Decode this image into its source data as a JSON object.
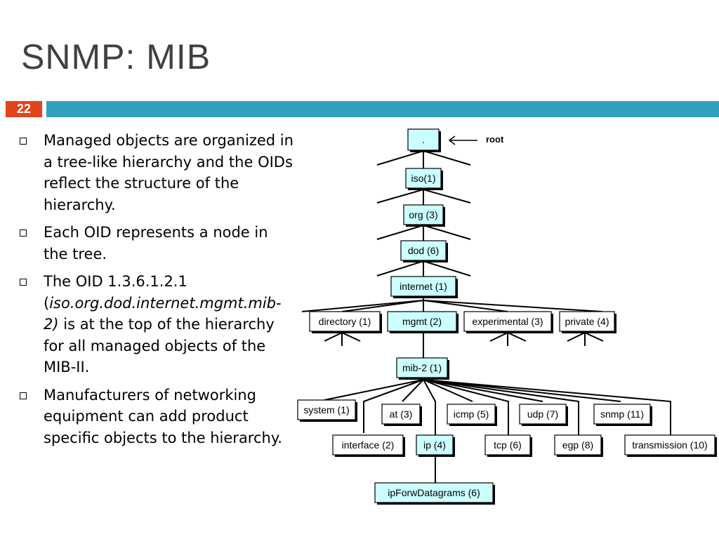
{
  "slide": {
    "title": "SNMP: MIB",
    "number": "22"
  },
  "bullets": [
    {
      "text": "Managed objects are organized in a tree-like hierarchy and the OIDs reflect the structure of the hierarchy."
    },
    {
      "text": "Each OID represents a node in the tree."
    },
    {
      "text_before": "The OID 1.3.6.1.2.1 (",
      "text_italic": "iso.org.dod.internet.mgmt.mib-2)",
      "text_after": " is at the top of the hierarchy for all managed objects of the MIB-II."
    },
    {
      "text": "Manufacturers of networking equipment can add product specific objects to the hierarchy."
    }
  ],
  "tree": {
    "root_annotation": "root",
    "nodes": {
      "root": ".",
      "iso": "iso(1)",
      "org": "org (3)",
      "dod": "dod (6)",
      "internet": "internet (1)",
      "directory": "directory (1)",
      "mgmt": "mgmt (2)",
      "experimental": "experimental (3)",
      "private": "private (4)",
      "mib2": "mib-2 (1)",
      "system": "system (1)",
      "at": "at (3)",
      "icmp": "icmp (5)",
      "udp": "udp (7)",
      "snmp": "snmp (11)",
      "interface": "interface (2)",
      "ip": "ip (4)",
      "tcp": "tcp (6)",
      "egp": "egp (8)",
      "transmission": "transmission (10)",
      "ipForwDatagrams": "ipForwDatagrams (6)"
    }
  }
}
